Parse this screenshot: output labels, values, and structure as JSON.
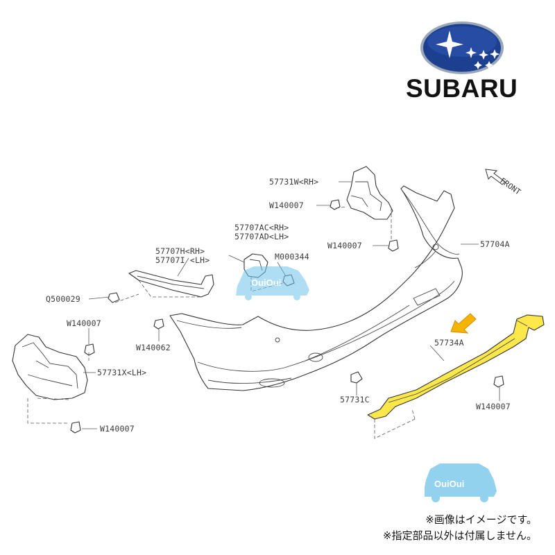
{
  "brand": {
    "name": "SUBARU",
    "colors": {
      "emblem_blue": "#1d3f8f",
      "emblem_outer": "#9aa7b8",
      "star": "#ffffff"
    }
  },
  "direction": {
    "label": "FRONT"
  },
  "parts": {
    "bracket_rh_upper": "57731W<RH>",
    "clip_1": "W140007",
    "clip_2": "W140007",
    "bumper_face": "57704A",
    "bracket_ac": "57707AC<RH>",
    "bracket_ad": "57707AD<LH>",
    "screw_m": "M000344",
    "beam_h": "57707H<RH>",
    "beam_i": "57707I <LH>",
    "screw_q": "Q500029",
    "clip_3": "W140007",
    "clip_4": "W140062",
    "bracket_lh_lower": "57731X<LH>",
    "clip_5": "W140007",
    "under_cover": "57734A",
    "clip_6": "W140007",
    "bracket_c": "57731C"
  },
  "highlight": {
    "part": "57734A",
    "fill": "#fce84a",
    "arrow": "#f4b400"
  },
  "watermark": {
    "text": "OuiOui",
    "color": "#6fc3ea"
  },
  "notes": {
    "line1": "※画像はイメージです。",
    "line2": "※指定部品以外は付属しません。"
  }
}
